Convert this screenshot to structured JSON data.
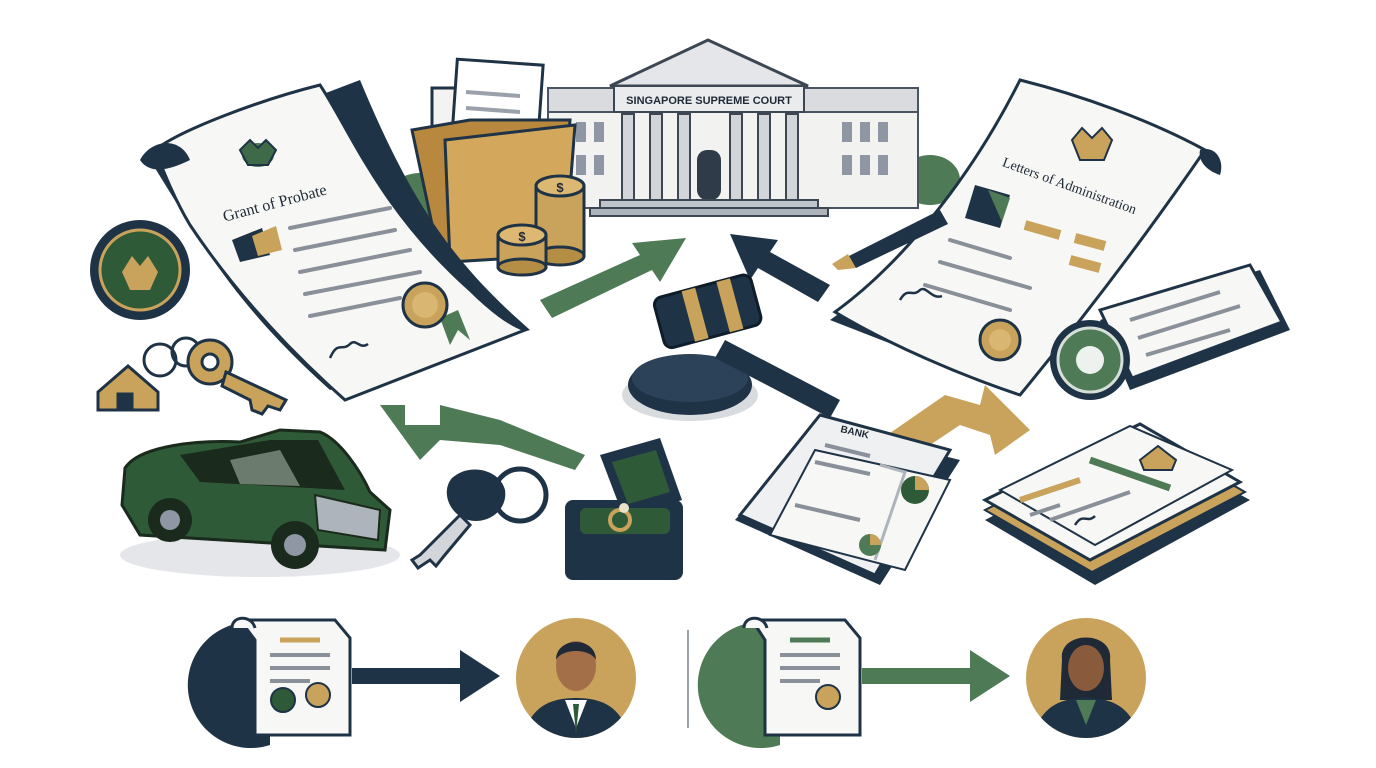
{
  "court": {
    "name": "SINGAPORE SUPREME COURT"
  },
  "documents": {
    "probate_title": "Grant of Probate",
    "administration_title": "Letters of Administration"
  },
  "bank": {
    "label": "BANK"
  },
  "coins": {
    "symbol": "$"
  },
  "colors": {
    "navy": "#1f3347",
    "green": "#4e7a55",
    "dark_green": "#2f5a38",
    "gold": "#c9a35b",
    "paper": "#f7f7f5",
    "gray_line": "#8a9099"
  },
  "icons": [
    "court-building-icon",
    "folder-icon",
    "coin-stack-icon",
    "gavel-icon",
    "fountain-pen-icon",
    "seal-medallion-icon",
    "house-keychain-icon",
    "car-icon",
    "car-key-icon",
    "ring-box-icon",
    "bank-book-icon",
    "property-documents-icon",
    "male-heir-avatar-icon",
    "female-heir-avatar-icon"
  ]
}
